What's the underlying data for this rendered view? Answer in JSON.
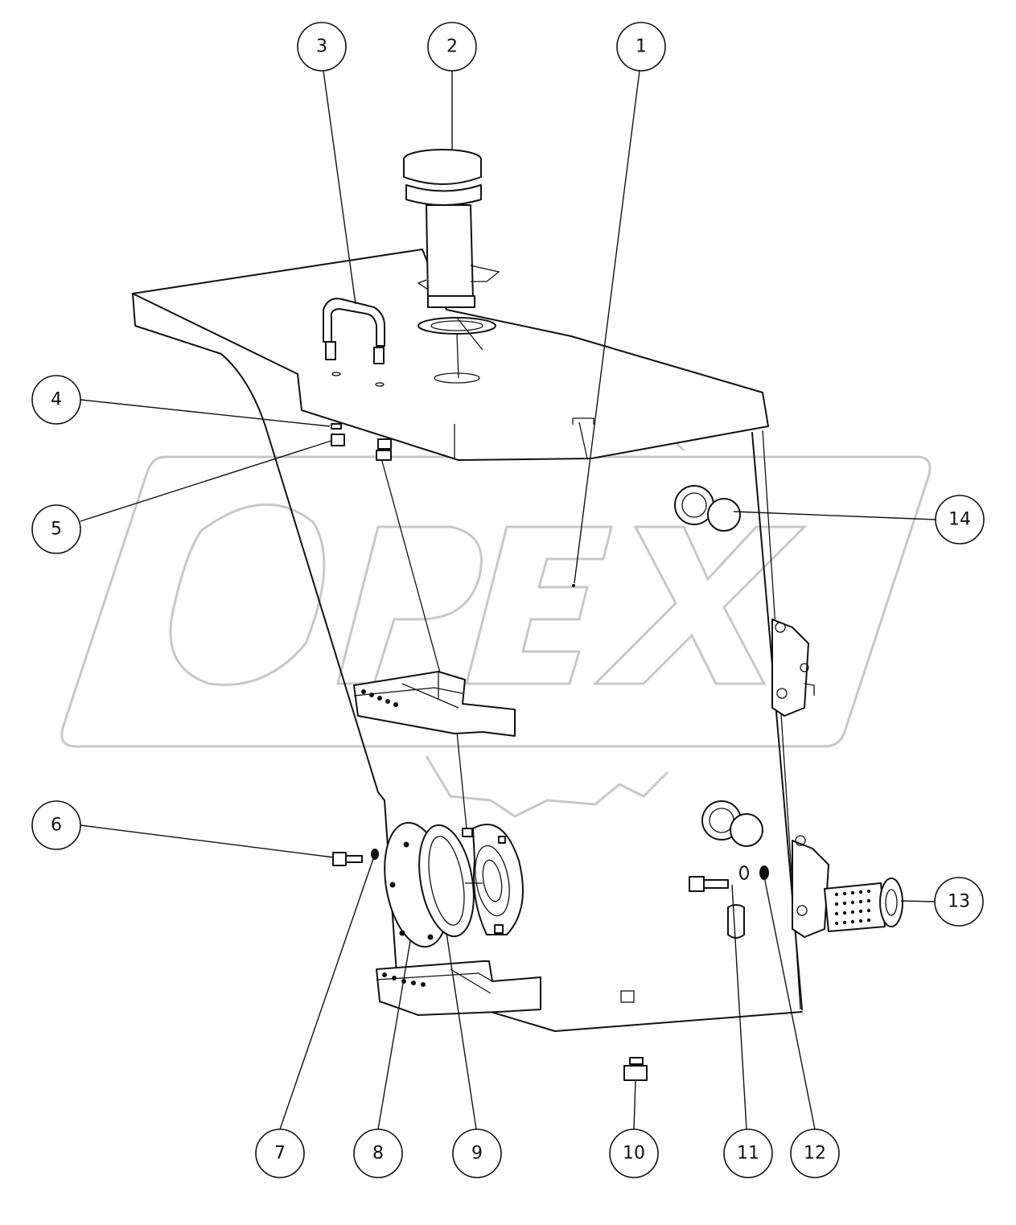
{
  "watermark": {
    "text": "OPEX"
  },
  "corner_mark": "",
  "callouts": [
    {
      "id": "1",
      "label": "1"
    },
    {
      "id": "2",
      "label": "2"
    },
    {
      "id": "3",
      "label": "3"
    },
    {
      "id": "4",
      "label": "4"
    },
    {
      "id": "5",
      "label": "5"
    },
    {
      "id": "6",
      "label": "6"
    },
    {
      "id": "7",
      "label": "7"
    },
    {
      "id": "8",
      "label": "8"
    },
    {
      "id": "9",
      "label": "9"
    },
    {
      "id": "10",
      "label": "10"
    },
    {
      "id": "11",
      "label": "11"
    },
    {
      "id": "12",
      "label": "12"
    },
    {
      "id": "13",
      "label": "13"
    },
    {
      "id": "14",
      "label": "14"
    }
  ]
}
